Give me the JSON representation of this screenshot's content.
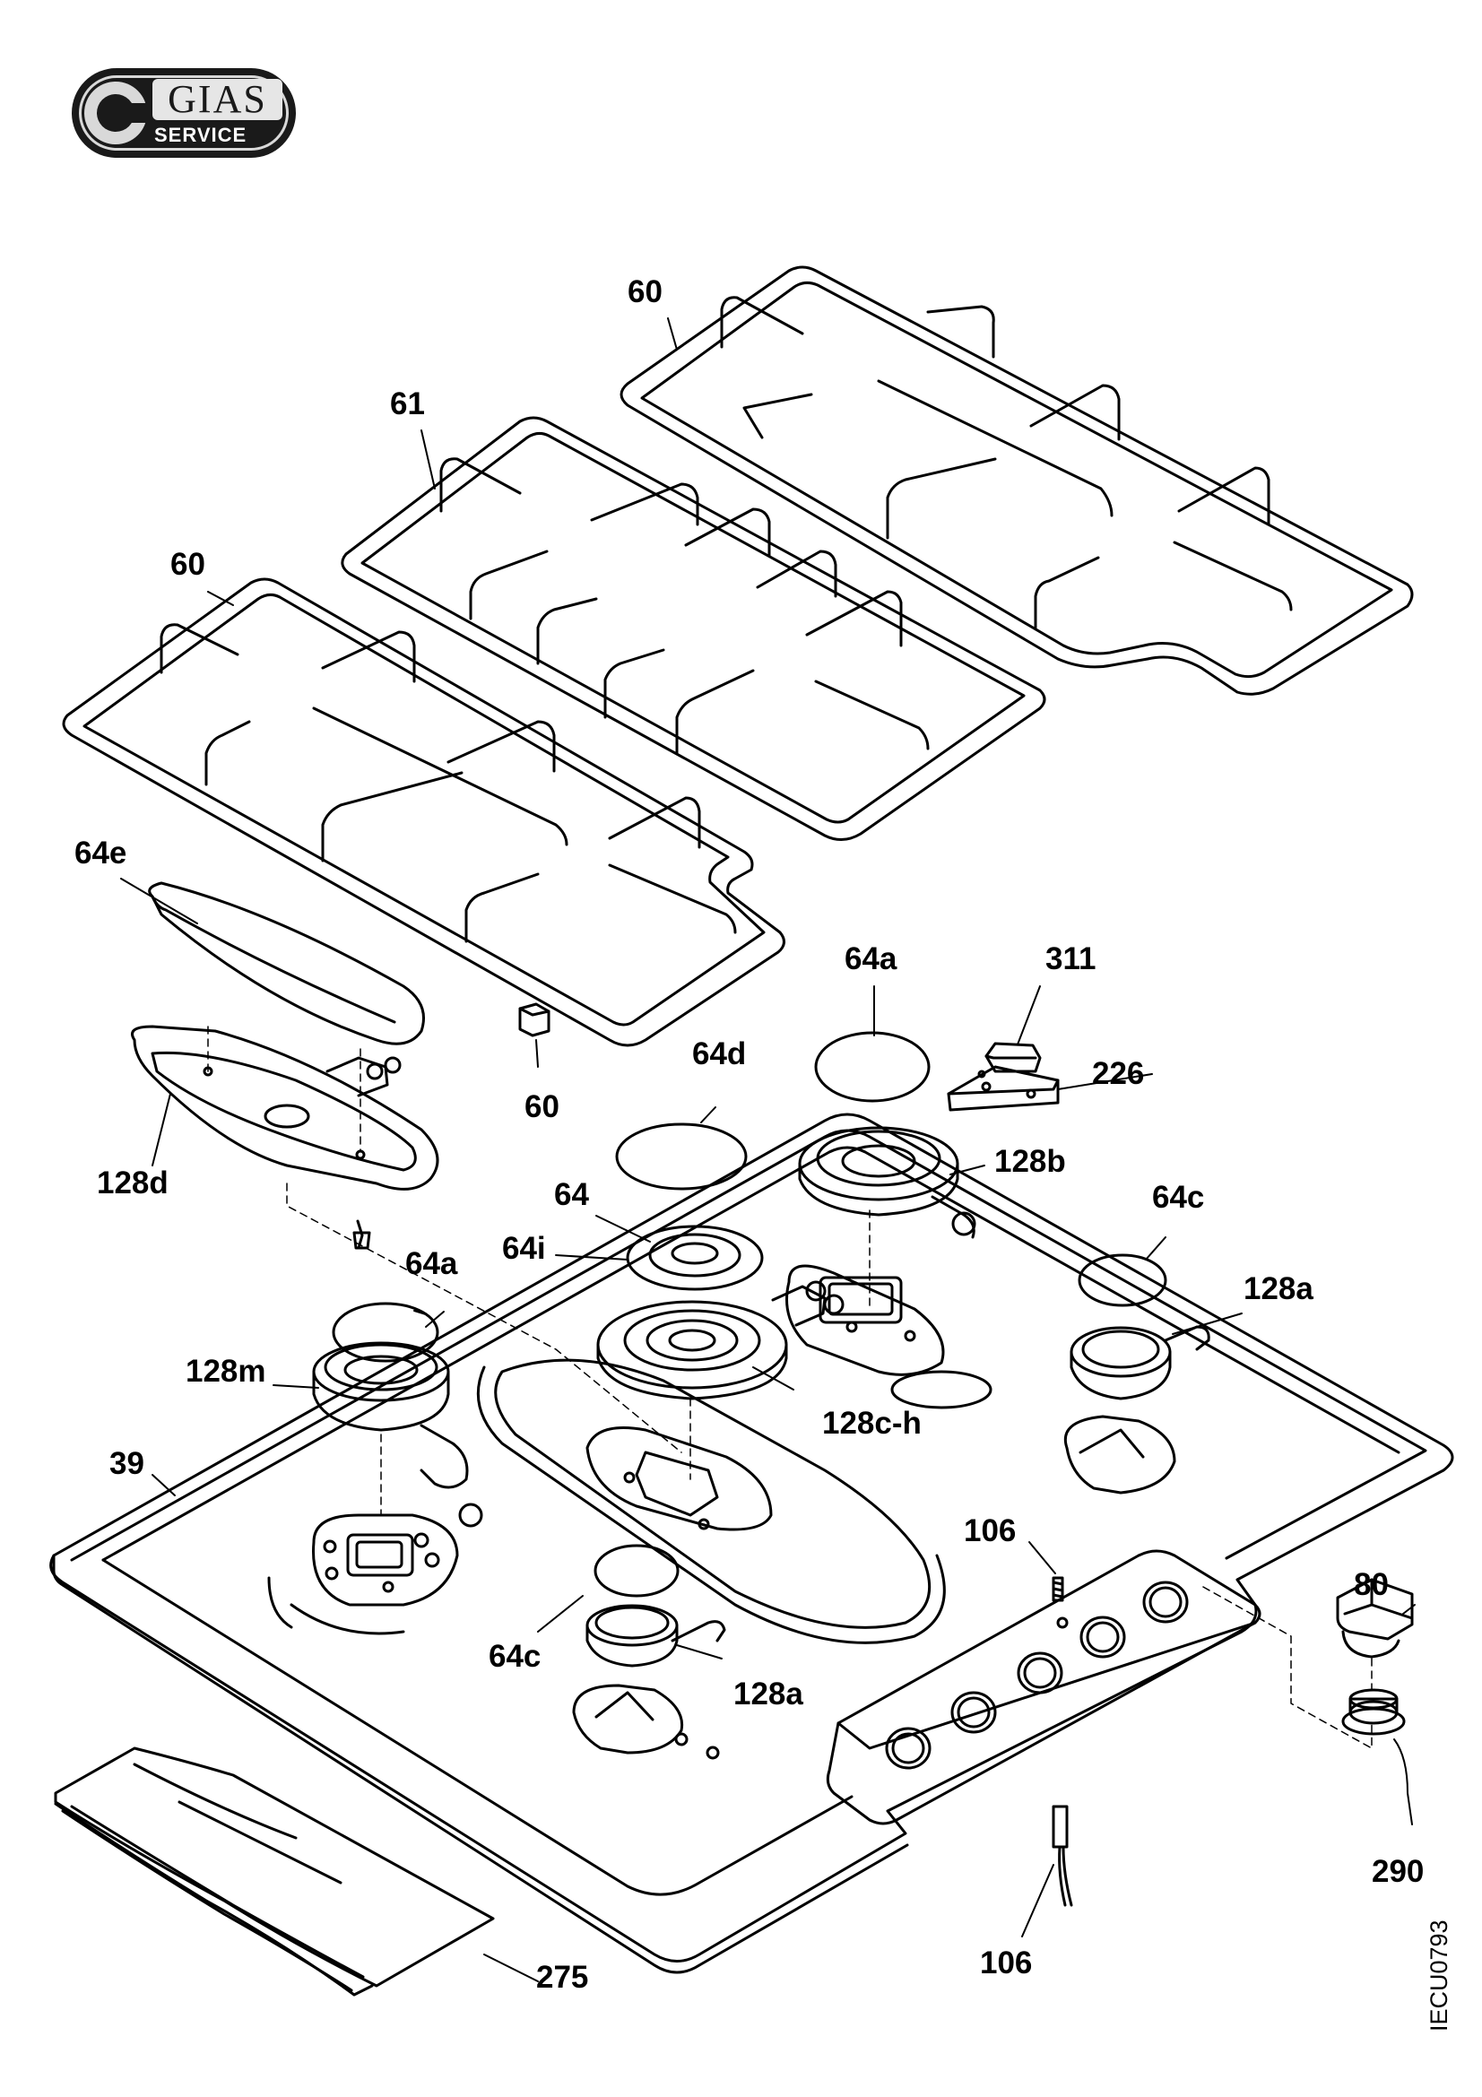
{
  "logo": {
    "name": "GIAS",
    "subtitle": "SERVICE"
  },
  "document_id": "IECU0793",
  "callouts": [
    {
      "id": "c60-top",
      "text": "60"
    },
    {
      "id": "c61",
      "text": "61"
    },
    {
      "id": "c60-left",
      "text": "60"
    },
    {
      "id": "c64e",
      "text": "64e"
    },
    {
      "id": "c128d",
      "text": "128d"
    },
    {
      "id": "c60-foot",
      "text": "60"
    },
    {
      "id": "c64a-top",
      "text": "64a"
    },
    {
      "id": "c311",
      "text": "311"
    },
    {
      "id": "c226",
      "text": "226"
    },
    {
      "id": "c64d",
      "text": "64d"
    },
    {
      "id": "c128b",
      "text": "128b"
    },
    {
      "id": "c64",
      "text": "64"
    },
    {
      "id": "c64i",
      "text": "64i"
    },
    {
      "id": "c64c-top",
      "text": "64c"
    },
    {
      "id": "c128a-top",
      "text": "128a"
    },
    {
      "id": "c64a-left",
      "text": "64a"
    },
    {
      "id": "c128m",
      "text": "128m"
    },
    {
      "id": "c128ch",
      "text": "128c-h"
    },
    {
      "id": "c39",
      "text": "39"
    },
    {
      "id": "c106-top",
      "text": "106"
    },
    {
      "id": "c80",
      "text": "80"
    },
    {
      "id": "c64c-bot",
      "text": "64c"
    },
    {
      "id": "c128a-bot",
      "text": "128a"
    },
    {
      "id": "c290",
      "text": "290"
    },
    {
      "id": "c275",
      "text": "275"
    },
    {
      "id": "c106-bot",
      "text": "106"
    }
  ]
}
